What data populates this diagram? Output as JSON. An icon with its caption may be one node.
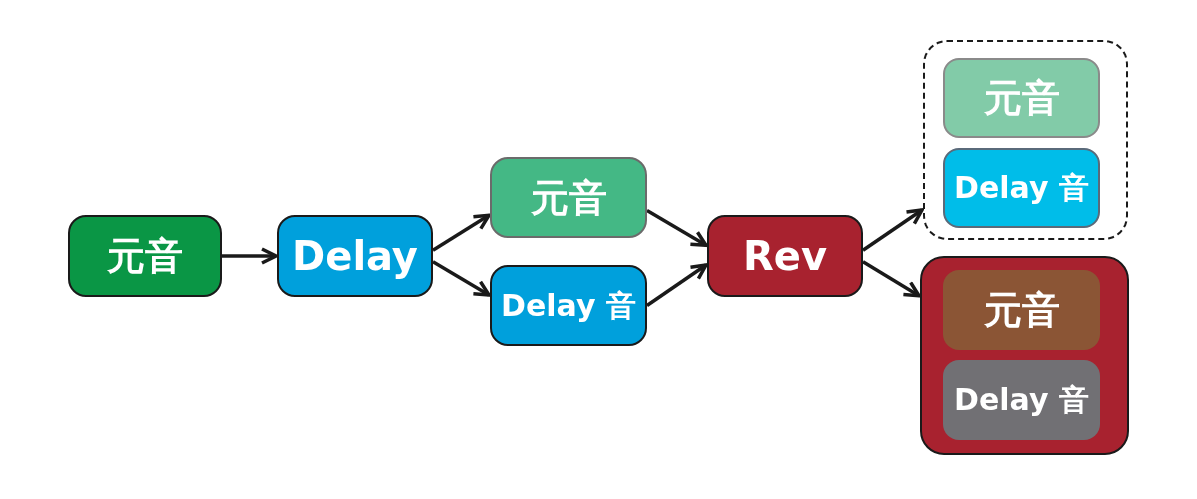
{
  "diagram": {
    "nodes": [
      {
        "text": [
          "元音"
        ]
      },
      {
        "text": [
          "Delay"
        ]
      },
      {
        "text": [
          "元音"
        ]
      },
      {
        "text": [
          "Delay 音"
        ]
      },
      {
        "text": [
          "Rev"
        ]
      },
      {
        "text": [],
        "shape": "box"
      },
      {
        "text": [
          "元音"
        ],
        "in": 5
      },
      {
        "text": [
          "Delay 音"
        ],
        "in": 5
      },
      {
        "text": [],
        "shape": "box"
      },
      {
        "text": [
          "元音"
        ],
        "in": 8
      },
      {
        "text": [
          "Delay 音"
        ],
        "in": 8
      }
    ],
    "edges": [
      {
        "from": 0,
        "to": 1,
        "arrow": "to"
      },
      {
        "from": 1,
        "to": 2,
        "arrow": "to"
      },
      {
        "from": 1,
        "to": 3,
        "arrow": "to"
      },
      {
        "from": 2,
        "to": 4,
        "arrow": "to"
      },
      {
        "from": 3,
        "to": 4,
        "arrow": "to"
      },
      {
        "from": 4,
        "to": 5,
        "arrow": "to"
      },
      {
        "from": 4,
        "to": 8,
        "arrow": "to"
      }
    ]
  }
}
